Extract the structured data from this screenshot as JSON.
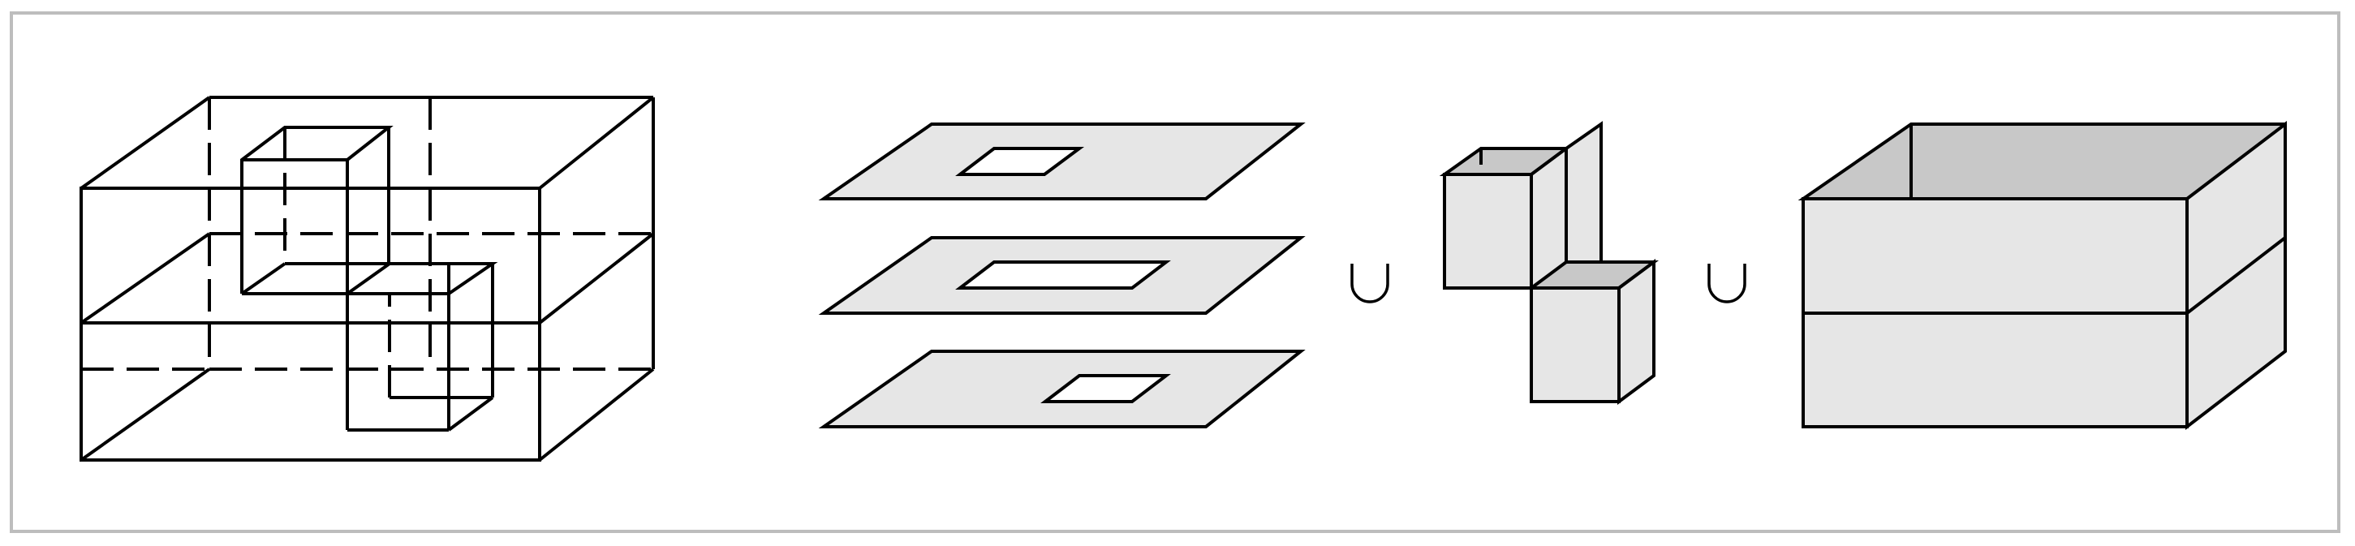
{
  "figure": {
    "panels": [
      "wireframe-box-with-inner-cuboids",
      "stacked-sheets-with-holes",
      "two-open-cubes",
      "open-box"
    ],
    "operators": [
      "∪",
      "∪"
    ],
    "colors": {
      "face_light": "#e6e6e6",
      "face_dark": "#c8c8c8",
      "line": "#000000",
      "border": "#bdbdbd",
      "background": "#ffffff"
    }
  }
}
